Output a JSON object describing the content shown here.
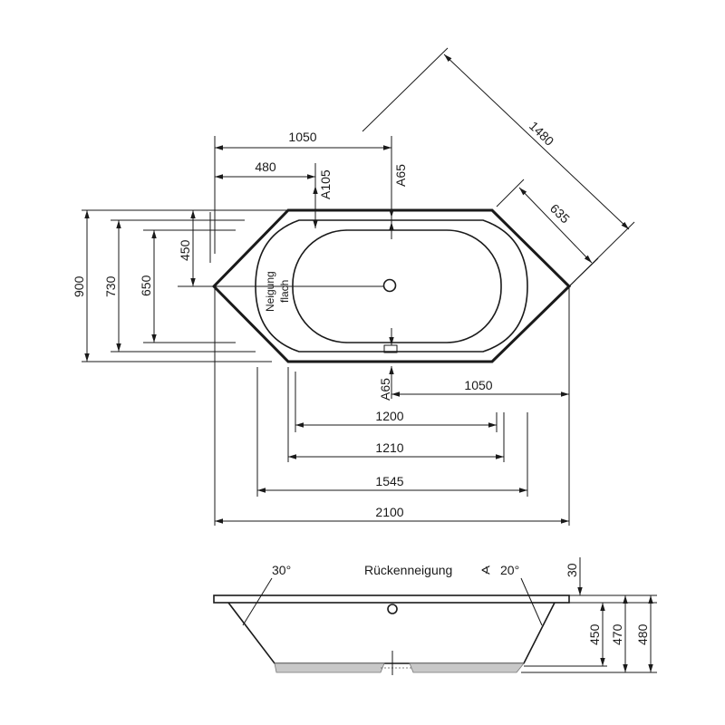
{
  "top_view": {
    "dims": {
      "width_1050_top": "1050",
      "width_480": "480",
      "a105": "A105",
      "a65_top": "A65",
      "diag_1480": "1480",
      "diag_635": "635",
      "h_900": "900",
      "h_730": "730",
      "h_650": "650",
      "h_450": "450",
      "a65_bottom": "A65",
      "width_1050_bottom": "1050",
      "w_1200": "1200",
      "w_1210": "1210",
      "w_1545": "1545",
      "w_2100": "2100"
    },
    "slope_label_line1": "Neigung",
    "slope_label_line2": "flach"
  },
  "side_view": {
    "angle_left": "30°",
    "back_slope_label": "Rückenneigung",
    "angle_right": "20°",
    "dim_30": "30",
    "dim_450": "450",
    "dim_470": "470",
    "dim_480": "480"
  }
}
